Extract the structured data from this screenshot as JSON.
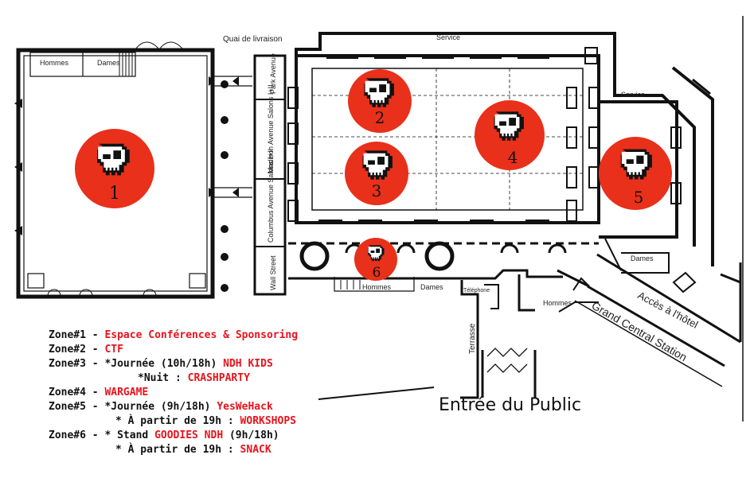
{
  "labels": {
    "quai": "Quai de livraison",
    "service_top": "Service",
    "service_right": "Service",
    "hommes_top": "Hommes",
    "dames_top": "Dames",
    "park_avenue": "Park Avenue",
    "madison": "Madison Avenue Salons I+II",
    "columbus": "Columbus Avenue Salons I+II",
    "wall_street": "Wall Street",
    "hommes_bottom": "Hommes",
    "dames_bottom": "Dames",
    "telephone": "Téléphone",
    "hommes_right": "Hommes",
    "dames_right": "Dames",
    "terrasse": "Terrasse",
    "acces_hotel": "Accès à l'hôtel",
    "grand_central": "Grand Central Station",
    "entree": "Entrée du Public"
  },
  "zones": [
    {
      "number": "1"
    },
    {
      "number": "2"
    },
    {
      "number": "3"
    },
    {
      "number": "4"
    },
    {
      "number": "5"
    },
    {
      "number": "6"
    }
  ],
  "colors": {
    "zone_fill": "#e8301b",
    "highlight": "#e8131b",
    "wall": "#111111"
  },
  "icons": {
    "zone_marker": "skull-icon"
  },
  "legend": {
    "z1": {
      "prefix": "Zone#1 - ",
      "hl": "Espace Conférences & Sponsoring"
    },
    "z2": {
      "prefix": "Zone#2 - ",
      "hl": "CTF"
    },
    "z3a": {
      "prefix": "Zone#3 -  *Journée (10h/18h) ",
      "hl": "NDH KIDS"
    },
    "z3b": {
      "prefix": "*Nuit : ",
      "hl": "CRASHPARTY"
    },
    "z4": {
      "prefix": "Zone#4 - ",
      "hl": "WARGAME"
    },
    "z5a": {
      "prefix": "Zone#5 - *Journée (9h/18h) ",
      "hl": "YesWeHack"
    },
    "z5b": {
      "prefix": "* À partir de 19h : ",
      "hl": "WORKSHOPS"
    },
    "z6a": {
      "prefix": "Zone#6 - * Stand ",
      "hl": "GOODIES NDH",
      "suffix": " (9h/18h)"
    },
    "z6b": {
      "prefix": "* À partir de 19h : ",
      "hl": "SNACK"
    }
  }
}
